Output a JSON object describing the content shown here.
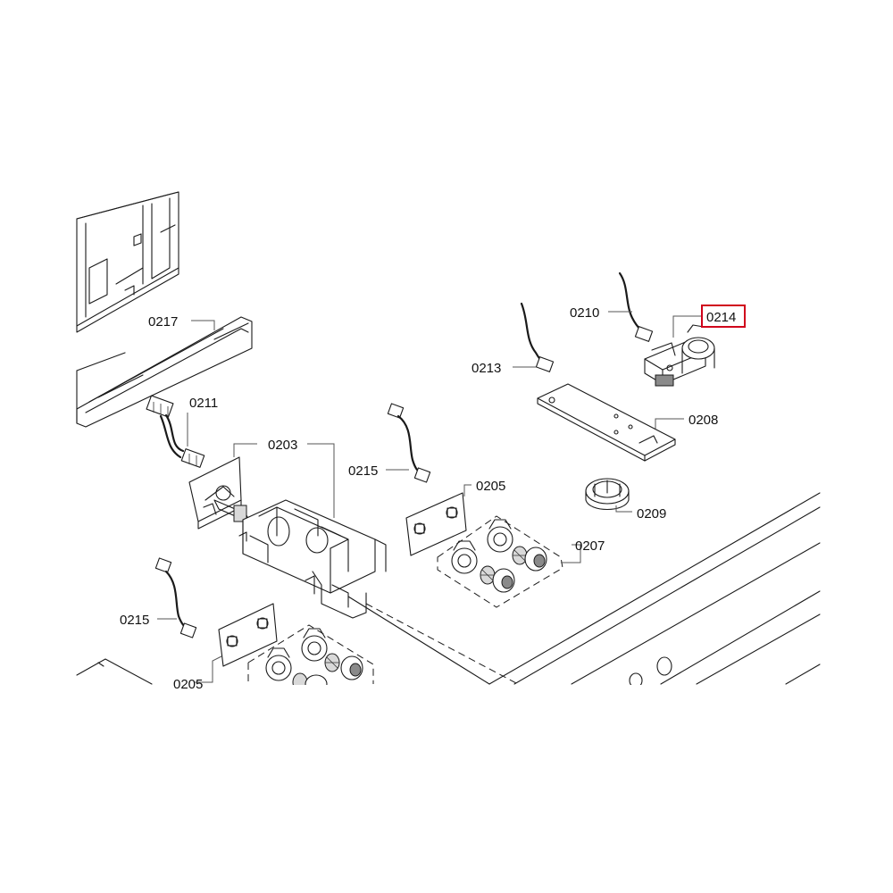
{
  "labels": {
    "l0217": "0217",
    "l0211": "0211",
    "l0203": "0203",
    "l0215a": "0215",
    "l0205a": "0205",
    "l0207": "0207",
    "l0209": "0209",
    "l0208": "0208",
    "l0213": "0213",
    "l0210": "0210",
    "l0214": "0214",
    "l0215b": "0215",
    "l0205b": "0205"
  },
  "highlight": {
    "part": "0214",
    "color": "#d0021b"
  },
  "line_color": "#1a1a1a"
}
